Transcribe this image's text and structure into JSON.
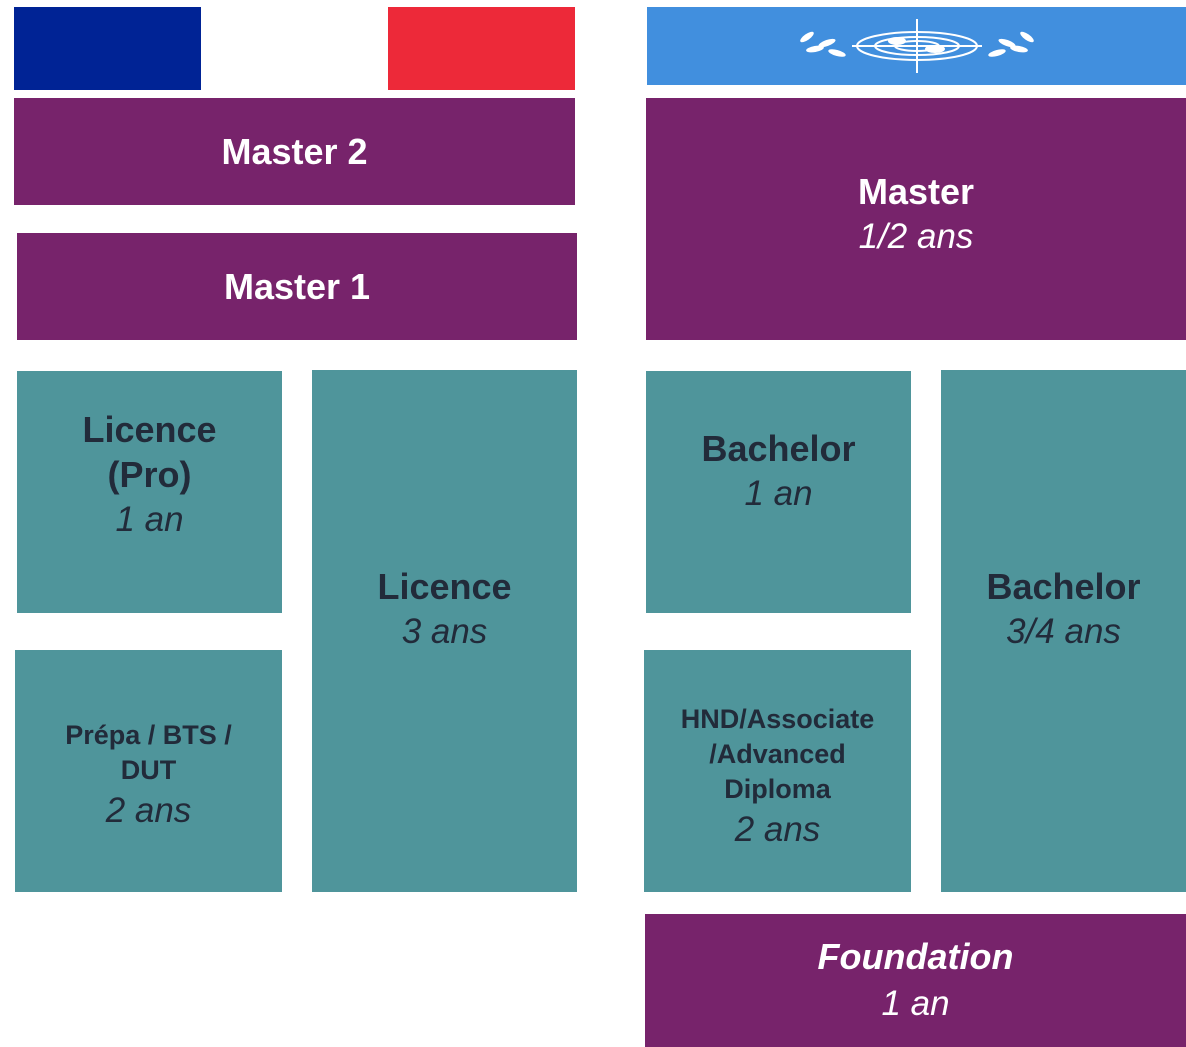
{
  "flags": {
    "france": {
      "colors": [
        "#002395",
        "#ffffff",
        "#ed2939"
      ]
    },
    "un": {
      "color": "#418fde"
    }
  },
  "france": {
    "master2": {
      "title": "Master 2"
    },
    "master1": {
      "title": "Master 1"
    },
    "licence_pro": {
      "title_line1": "Licence",
      "title_line2": "(Pro)",
      "duration": "1 an"
    },
    "prepa": {
      "title_line1": "Prépa / BTS /",
      "title_line2": "DUT",
      "duration": "2 ans"
    },
    "licence": {
      "title": "Licence",
      "duration": "3 ans"
    }
  },
  "international": {
    "master": {
      "title": "Master",
      "duration": "1/2 ans"
    },
    "bachelor_short": {
      "title": "Bachelor",
      "duration": "1 an"
    },
    "hnd": {
      "title_line1": "HND/Associate",
      "title_line2": "/Advanced",
      "title_line3": "Diploma",
      "duration": "2 ans"
    },
    "bachelor_long": {
      "title": "Bachelor",
      "duration": "3/4 ans"
    },
    "foundation": {
      "title": "Foundation",
      "duration": "1 an"
    }
  },
  "colors": {
    "purple": "#77236b",
    "teal": "#4f959b",
    "dark_text": "#222b3a"
  }
}
